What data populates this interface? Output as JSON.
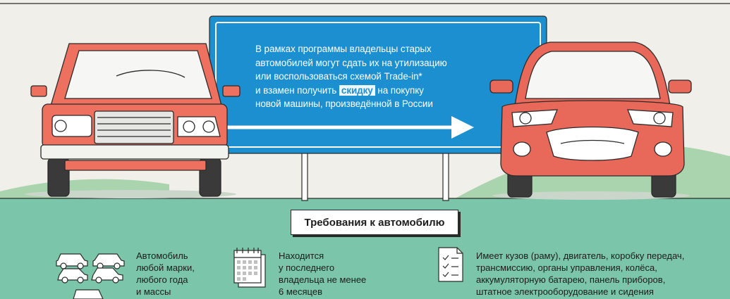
{
  "sign": {
    "line1": "В рамках программы владельцы старых",
    "line2": "автомобилей могут сдать их на утилизацию",
    "line3": "или воспользоваться схемой Trade-in*",
    "line4_before": "и взамен получить",
    "line4_highlight": "скидку",
    "line4_after": "на покупку",
    "line5": "новой машины, произведённой в России"
  },
  "requirements": {
    "title": "Требования к автомобилю",
    "items": [
      {
        "icon": "cars-icon",
        "lines": [
          "Автомобиль",
          "любой марки,",
          "любого года",
          "и массы"
        ]
      },
      {
        "icon": "calendar-icon",
        "lines": [
          "Находится",
          "у последнего",
          "владельца не менее",
          "6 месяцев"
        ]
      },
      {
        "icon": "checklist-icon",
        "lines": [
          "Имеет кузов (раму), двигатель, коробку передач,",
          "трансмиссию, органы управления, колёса,",
          "аккумуляторную батарею, панель приборов,",
          "штатное электрооборудование и сидения"
        ]
      }
    ]
  },
  "colors": {
    "sign_blue": "#1b8fd0",
    "ground_green": "#7bc6aa",
    "old_car": "#ee7160",
    "new_car": "#e8685a",
    "road": "#eef0eb"
  }
}
